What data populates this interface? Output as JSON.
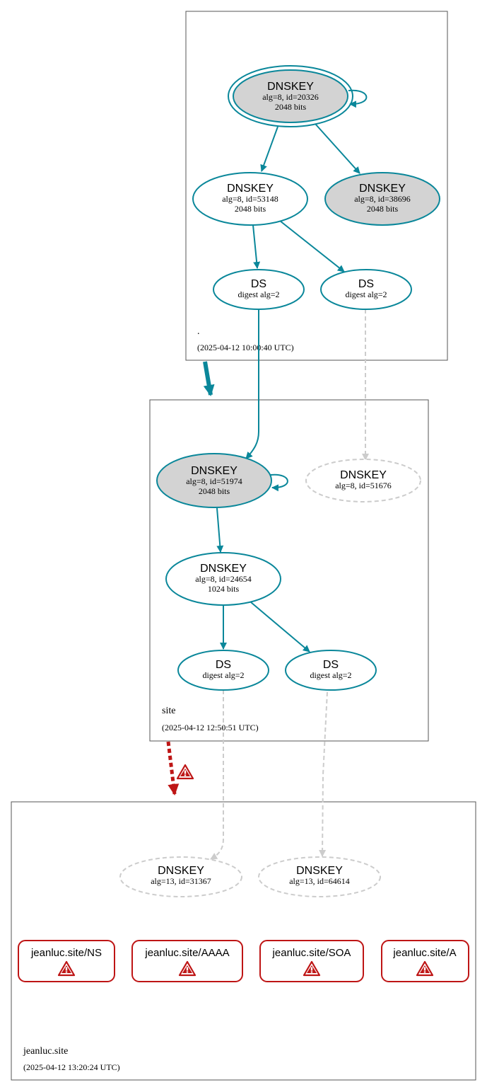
{
  "colors": {
    "secure": "#0a879a",
    "insecure_dash": "#cccccc",
    "error": "#be1515",
    "sep_fill": "#d3d3d3",
    "zone_border": "#555555"
  },
  "zones": {
    "root": {
      "label": ".",
      "timestamp": "(2025-04-12 10:00:40 UTC)"
    },
    "site": {
      "label": "site",
      "timestamp": "(2025-04-12 12:50:51 UTC)"
    },
    "jeanluc": {
      "label": "jeanluc.site",
      "timestamp": "(2025-04-12 13:20:24 UTC)"
    }
  },
  "nodes": {
    "root_ksk": {
      "title": "DNSKEY",
      "l1": "alg=8, id=20326",
      "l2": "2048 bits"
    },
    "root_zsk1": {
      "title": "DNSKEY",
      "l1": "alg=8, id=53148",
      "l2": "2048 bits"
    },
    "root_zsk2": {
      "title": "DNSKEY",
      "l1": "alg=8, id=38696",
      "l2": "2048 bits"
    },
    "root_ds1": {
      "title": "DS",
      "l1": "digest alg=2"
    },
    "root_ds2": {
      "title": "DS",
      "l1": "digest alg=2"
    },
    "site_ksk": {
      "title": "DNSKEY",
      "l1": "alg=8, id=51974",
      "l2": "2048 bits"
    },
    "site_missing": {
      "title": "DNSKEY",
      "l1": "alg=8, id=51676"
    },
    "site_zsk": {
      "title": "DNSKEY",
      "l1": "alg=8, id=24654",
      "l2": "1024 bits"
    },
    "site_ds1": {
      "title": "DS",
      "l1": "digest alg=2"
    },
    "site_ds2": {
      "title": "DS",
      "l1": "digest alg=2"
    },
    "jl_key1": {
      "title": "DNSKEY",
      "l1": "alg=13, id=31367"
    },
    "jl_key2": {
      "title": "DNSKEY",
      "l1": "alg=13, id=64614"
    }
  },
  "rrsets": {
    "ns": "jeanluc.site/NS",
    "aaaa": "jeanluc.site/AAAA",
    "soa": "jeanluc.site/SOA",
    "a": "jeanluc.site/A"
  }
}
